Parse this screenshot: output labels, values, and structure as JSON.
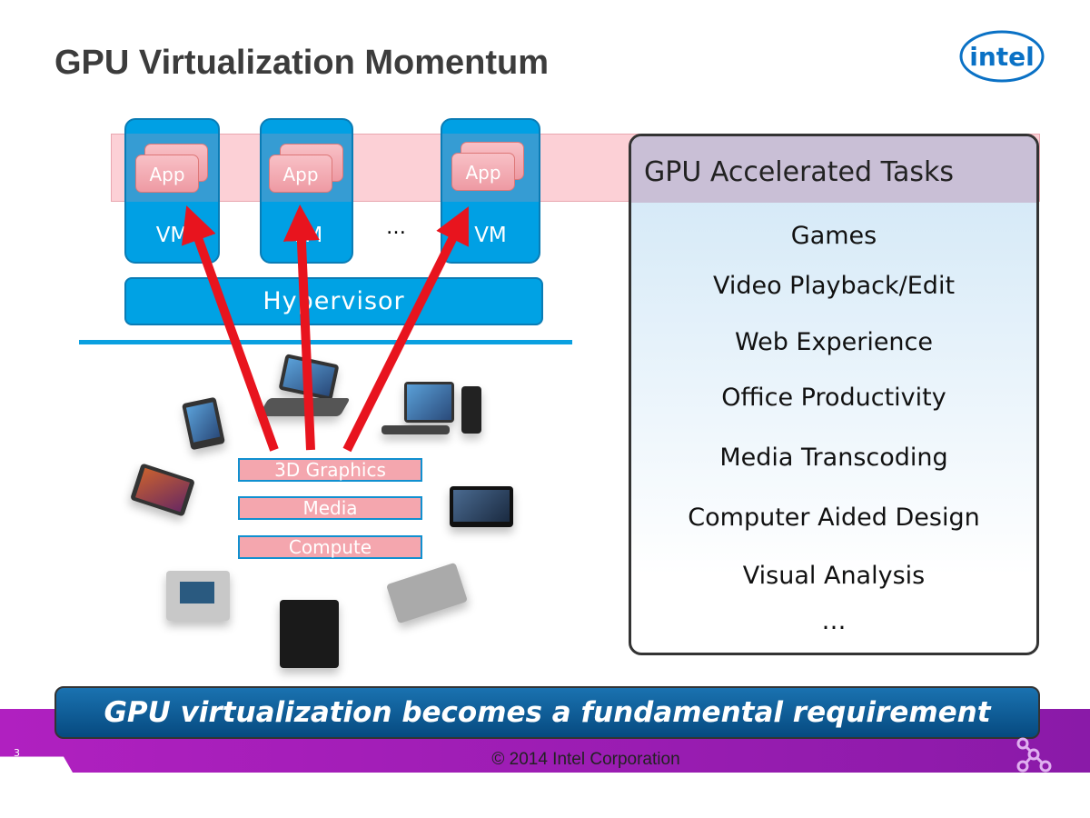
{
  "title": "GPU Virtualization Momentum",
  "logo": "intel",
  "vms": [
    {
      "app": "App",
      "label": "VM"
    },
    {
      "app": "App",
      "label": "VM"
    },
    {
      "app": "App",
      "label": "VM"
    }
  ],
  "vm_ellipsis": "…",
  "hypervisor": "Hypervisor",
  "gpu_engines": [
    "3D Graphics",
    "Media",
    "Compute"
  ],
  "tasks_panel": {
    "title": "GPU Accelerated Tasks",
    "items": [
      "Games",
      "Video Playback/Edit",
      "Web Experience",
      "Office Productivity",
      "Media Transcoding",
      "Computer Aided Design",
      "Visual Analysis",
      "…"
    ]
  },
  "banner": "GPU virtualization becomes a fundamental requirement",
  "footer": {
    "page": "3",
    "copyright": "© 2014 Intel Corporation"
  },
  "colors": {
    "vm_blue": "#00a2e4",
    "arrow_red": "#e8141e",
    "footer_purple": "#9b1bb5",
    "banner_blue": "#0a5a8e"
  }
}
